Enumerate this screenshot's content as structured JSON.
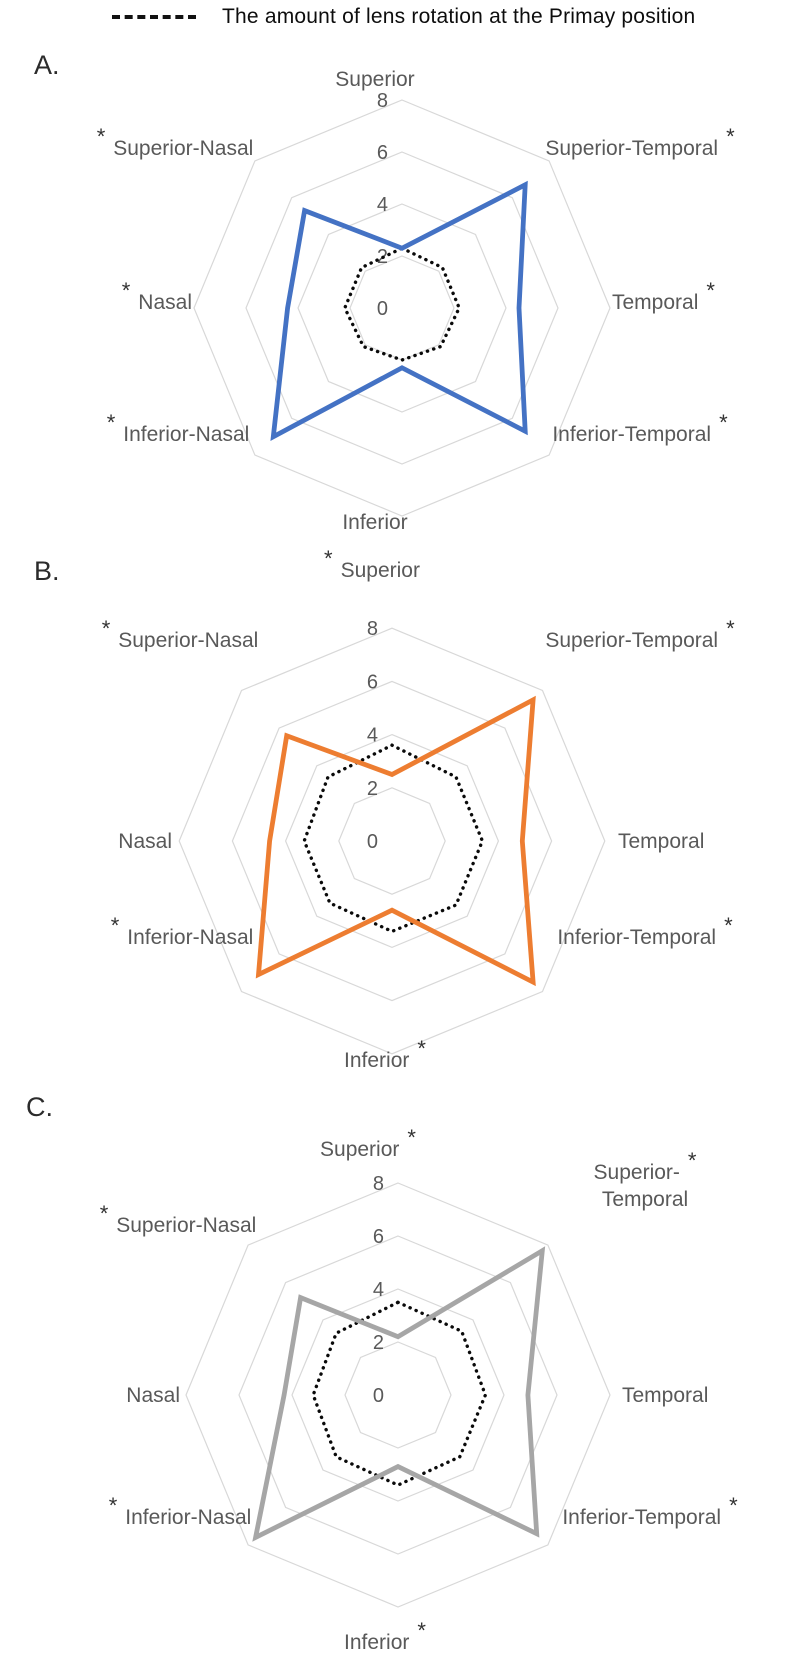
{
  "legend": {
    "label": "The amount of lens rotation at the Primay position",
    "dash_icon": "dashed-line"
  },
  "colors": {
    "series_A": "#4472C4",
    "series_B": "#ED7D31",
    "series_C": "#A6A6A6",
    "reference_dotted": "#0a0a0a",
    "grid": "#D8D8D8",
    "axis_text": "#595959"
  },
  "chart_data": [
    {
      "type": "radar",
      "panel_label": "A.",
      "categories": [
        "Superior",
        "Superior-Temporal",
        "Temporal",
        "Inferior-Temporal",
        "Inferior",
        "Inferior-Nasal",
        "Nasal",
        "Superior-Nasal"
      ],
      "rlim": [
        0,
        8
      ],
      "rings": [
        2,
        4,
        6,
        8
      ],
      "tick_values": [
        8,
        6,
        4,
        2,
        0
      ],
      "tick_labels": [
        "8",
        "6",
        "4",
        "2",
        "0"
      ],
      "grid": true,
      "axes": [
        {
          "label": "Superior",
          "asterisk": null
        },
        {
          "label": "Superior-Temporal",
          "asterisk": "right"
        },
        {
          "label": "Temporal",
          "asterisk": "right"
        },
        {
          "label": "Inferior-Temporal",
          "asterisk": "right"
        },
        {
          "label": "Inferior",
          "asterisk": null
        },
        {
          "label": "Inferior-Nasal",
          "asterisk": "left"
        },
        {
          "label": "Nasal",
          "asterisk": "left"
        },
        {
          "label": "Superior-Nasal",
          "asterisk": "left"
        }
      ],
      "series": [
        {
          "name": "The amount of lens rotation at the Primay position",
          "style": "dotted",
          "color": "#0a0a0a",
          "values": [
            2.3,
            2.2,
            2.2,
            2.1,
            2.0,
            2.1,
            2.2,
            2.2
          ]
        },
        {
          "style": "solid",
          "color": "#4472C4",
          "values": [
            2.3,
            6.7,
            4.5,
            6.7,
            2.3,
            7.0,
            4.4,
            5.3
          ]
        }
      ]
    },
    {
      "type": "radar",
      "panel_label": "B.",
      "categories": [
        "Superior",
        "Superior-Temporal",
        "Temporal",
        "Inferior-Temporal",
        "Inferior",
        "Inferior-Nasal",
        "Nasal",
        "Superior-Nasal"
      ],
      "rlim": [
        0,
        8
      ],
      "rings": [
        2,
        4,
        6,
        8
      ],
      "tick_values": [
        8,
        6,
        4,
        2,
        0
      ],
      "tick_labels": [
        "8",
        "6",
        "4",
        "2",
        "0"
      ],
      "grid": true,
      "axes": [
        {
          "label": "Superior",
          "asterisk": "left"
        },
        {
          "label": "Superior-Temporal",
          "asterisk": "right"
        },
        {
          "label": "Temporal",
          "asterisk": null
        },
        {
          "label": "Inferior-Temporal",
          "asterisk": "right"
        },
        {
          "label": "Inferior",
          "asterisk": "right"
        },
        {
          "label": "Inferior-Nasal",
          "asterisk": "left"
        },
        {
          "label": "Nasal",
          "asterisk": null
        },
        {
          "label": "Superior-Nasal",
          "asterisk": "left"
        }
      ],
      "series": [
        {
          "name": "The amount of lens rotation at the Primay position",
          "style": "dotted",
          "color": "#0a0a0a",
          "values": [
            3.6,
            3.4,
            3.4,
            3.4,
            3.4,
            3.3,
            3.3,
            3.4
          ]
        },
        {
          "style": "solid",
          "color": "#ED7D31",
          "values": [
            2.5,
            7.5,
            4.9,
            7.5,
            2.6,
            7.1,
            4.6,
            5.6
          ]
        }
      ]
    },
    {
      "type": "radar",
      "panel_label": "C.",
      "categories": [
        "Superior",
        "Superior-Temporal",
        "Temporal",
        "Inferior-Temporal",
        "Inferior",
        "Inferior-Nasal",
        "Nasal",
        "Superior-Nasal"
      ],
      "rlim": [
        0,
        8
      ],
      "rings": [
        2,
        4,
        6,
        8
      ],
      "tick_values": [
        8,
        6,
        4,
        2,
        0
      ],
      "tick_labels": [
        "8",
        "6",
        "4",
        "2",
        "0"
      ],
      "grid": true,
      "axes": [
        {
          "label": "Superior",
          "asterisk": "right"
        },
        {
          "label": "Superior-\nTemporal",
          "asterisk": "right"
        },
        {
          "label": "Temporal",
          "asterisk": null
        },
        {
          "label": "Inferior-Temporal",
          "asterisk": "right"
        },
        {
          "label": "Inferior",
          "asterisk": "right"
        },
        {
          "label": "Inferior-Nasal",
          "asterisk": "left"
        },
        {
          "label": "Nasal",
          "asterisk": null
        },
        {
          "label": "Superior-Nasal",
          "asterisk": "left"
        }
      ],
      "series": [
        {
          "name": "The amount of lens rotation at the Primay position",
          "style": "dotted",
          "color": "#0a0a0a",
          "values": [
            3.5,
            3.4,
            3.3,
            3.3,
            3.4,
            3.3,
            3.2,
            3.3
          ]
        },
        {
          "style": "solid",
          "color": "#A6A6A6",
          "values": [
            2.2,
            7.7,
            4.9,
            7.4,
            2.7,
            7.6,
            4.3,
            5.2
          ]
        }
      ]
    }
  ]
}
